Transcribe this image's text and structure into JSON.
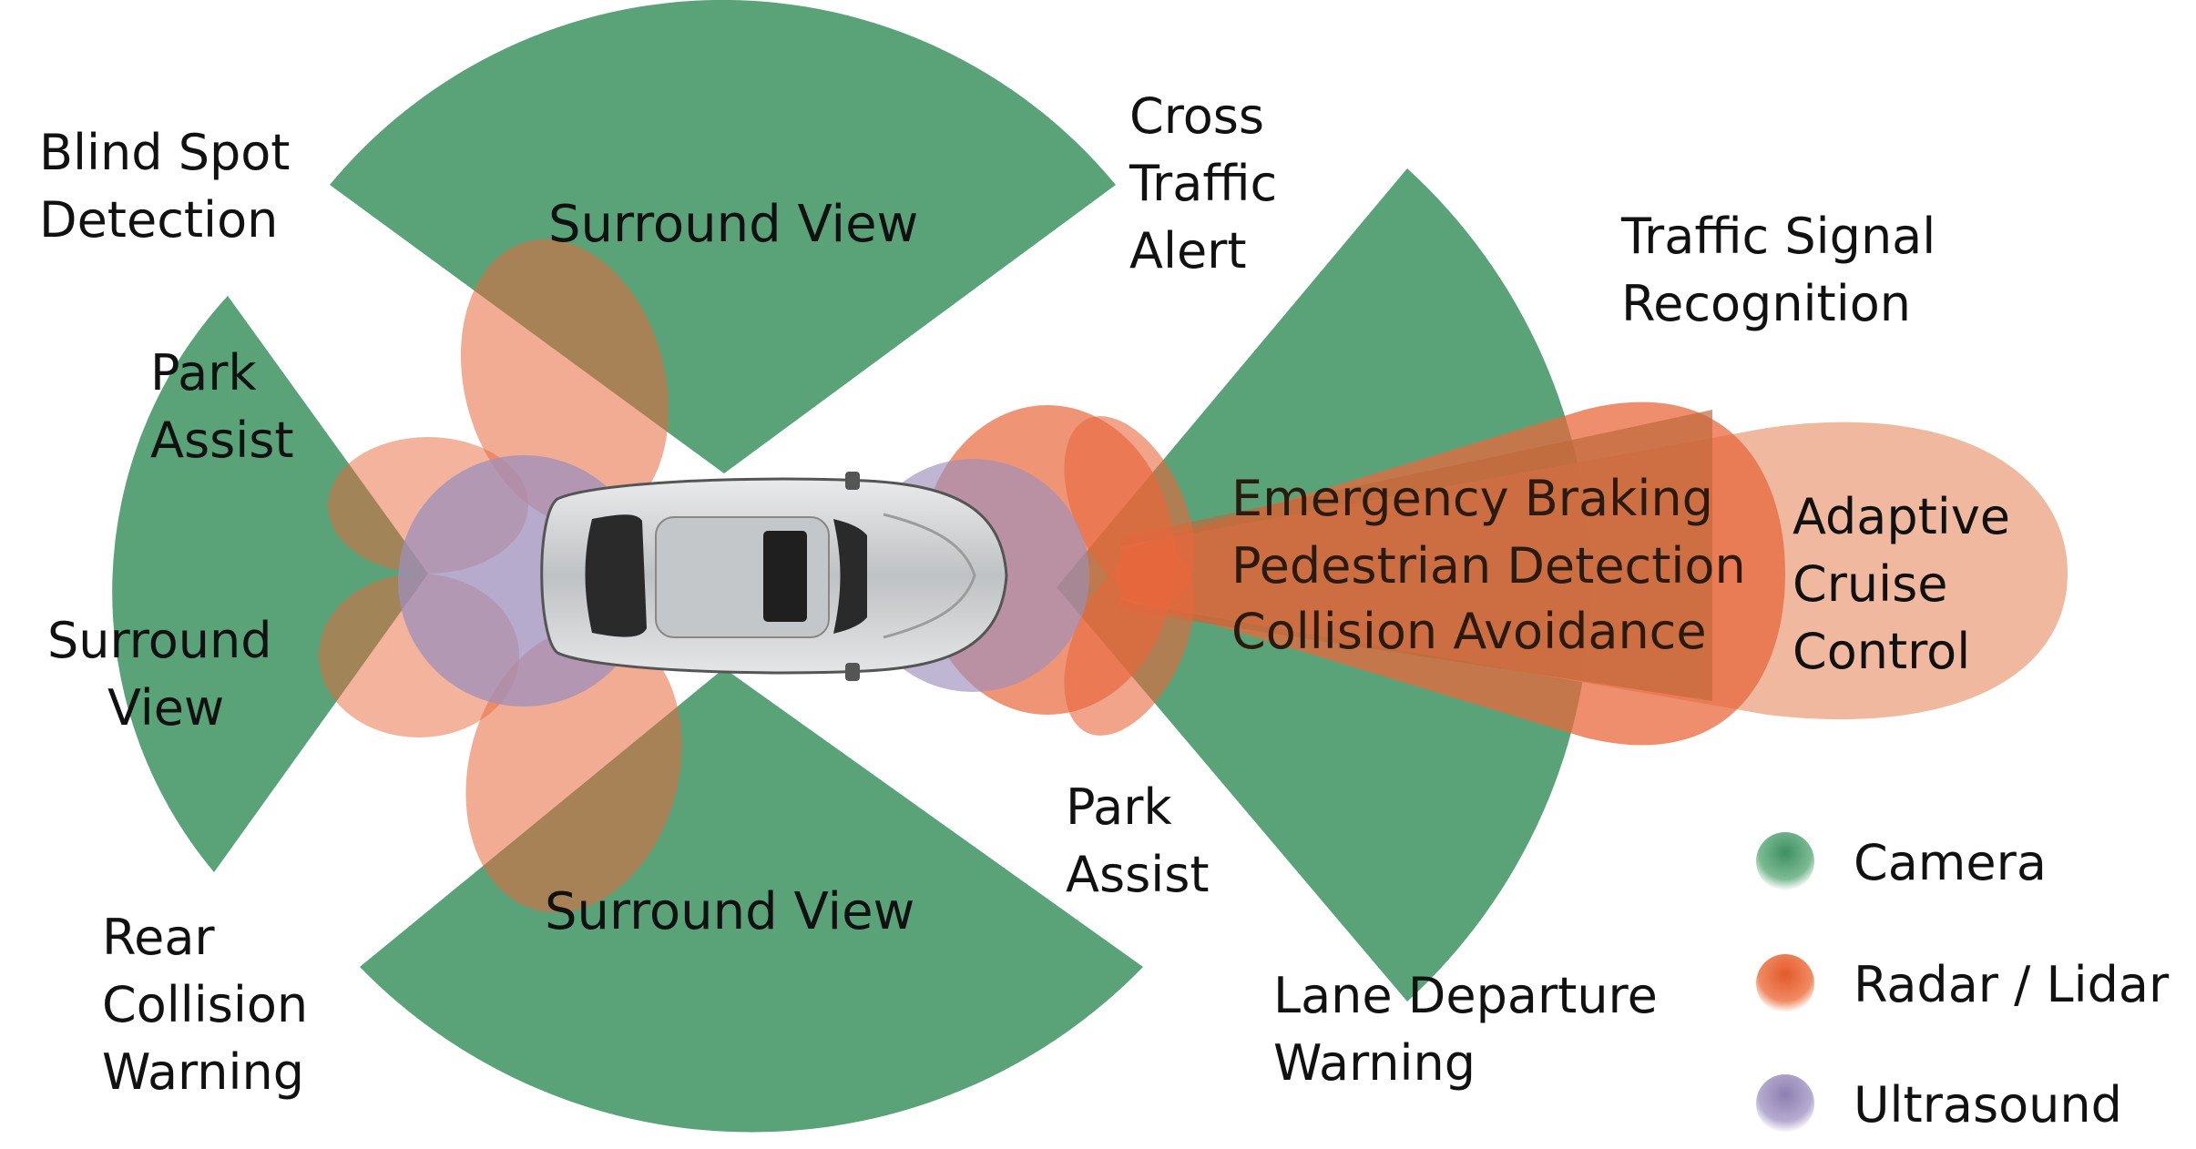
{
  "colors": {
    "camera": "#5aa277",
    "radar": "#e8683c",
    "radar_light": "#efb397",
    "ultrasound": "#9d8fbc"
  },
  "labels": {
    "blind_spot": [
      "Blind Spot",
      "Detection"
    ],
    "surround_top": "Surround View",
    "cross_traffic": [
      "Cross",
      "Traffic",
      "Alert"
    ],
    "traffic_signal": [
      "Traffic Signal",
      "Recognition"
    ],
    "park_assist_rear": [
      "Park",
      "Assist"
    ],
    "surround_rear": [
      "Surround",
      "View"
    ],
    "emergency_braking": "Emergency Braking",
    "pedestrian_detection": "Pedestrian Detection",
    "collision_avoidance": "Collision Avoidance",
    "adaptive_cruise": [
      "Adaptive",
      "Cruise",
      "Control"
    ],
    "park_assist_front": [
      "Park",
      "Assist"
    ],
    "surround_bottom": "Surround View",
    "rear_collision": [
      "Rear",
      "Collision",
      "Warning"
    ],
    "lane_departure": [
      "Lane Departure",
      "Warning"
    ]
  },
  "legend": [
    {
      "label": "Camera",
      "icon": "camera-swatch"
    },
    {
      "label": "Radar / Lidar",
      "icon": "radar-swatch"
    },
    {
      "label": "Ultrasound",
      "icon": "ultrasound-swatch"
    }
  ]
}
